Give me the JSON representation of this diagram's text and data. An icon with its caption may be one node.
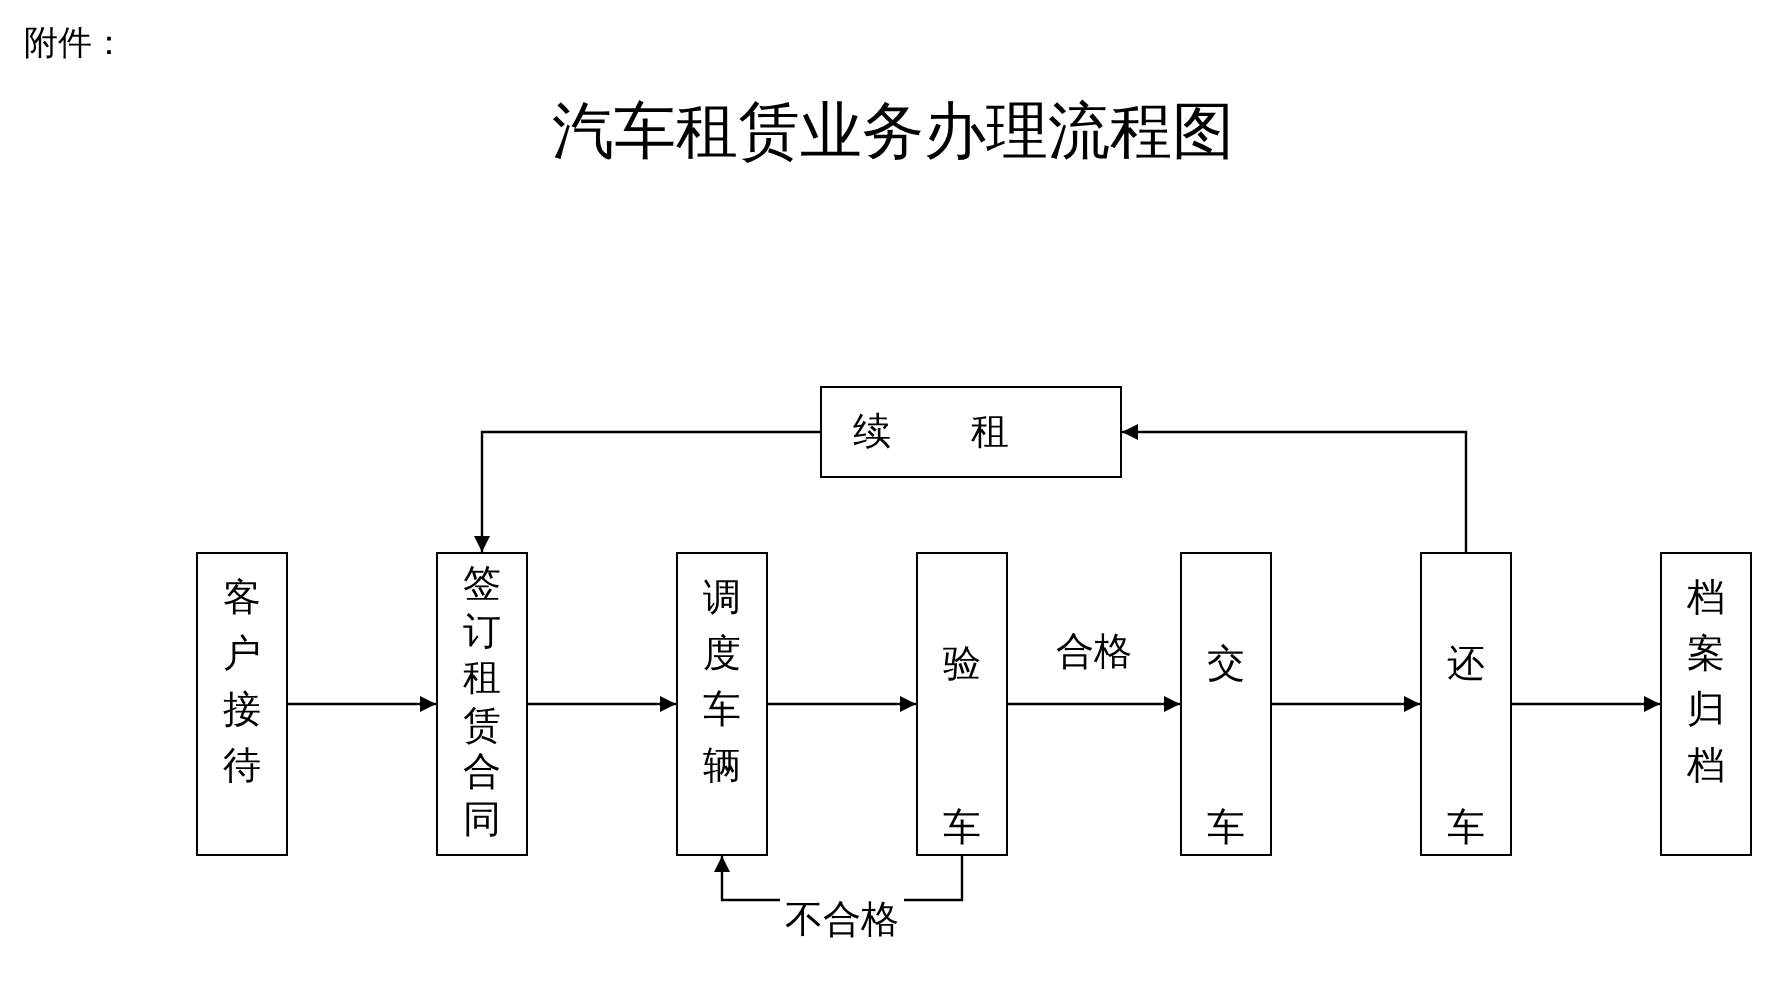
{
  "diagram": {
    "title": "汽车租赁业务办理流程图",
    "nodes": [
      {
        "text": [
          "客户接待"
        ]
      },
      {
        "text": [
          "签订租赁合同"
        ]
      },
      {
        "text": [
          "调度车辆"
        ]
      },
      {
        "text": [
          "验车"
        ]
      },
      {
        "text": [
          "交车"
        ]
      },
      {
        "text": [
          "还车"
        ]
      },
      {
        "text": [
          "档案归档"
        ]
      },
      {
        "text": [
          "续租"
        ]
      }
    ],
    "edges": [
      {
        "from": 0,
        "to": 1,
        "arrow": "to"
      },
      {
        "from": 1,
        "to": 2,
        "arrow": "to"
      },
      {
        "from": 2,
        "to": 3,
        "arrow": "to"
      },
      {
        "from": 3,
        "to": 4,
        "arrow": "to",
        "label": "合格"
      },
      {
        "from": 4,
        "to": 5,
        "arrow": "to"
      },
      {
        "from": 5,
        "to": 6,
        "arrow": "to"
      },
      {
        "from": 5,
        "to": 7,
        "arrow": "to"
      },
      {
        "from": 7,
        "to": 1,
        "arrow": "to"
      },
      {
        "from": 3,
        "to": 2,
        "arrow": "to",
        "label": "不合格"
      }
    ],
    "labels": [
      "附件："
    ]
  }
}
